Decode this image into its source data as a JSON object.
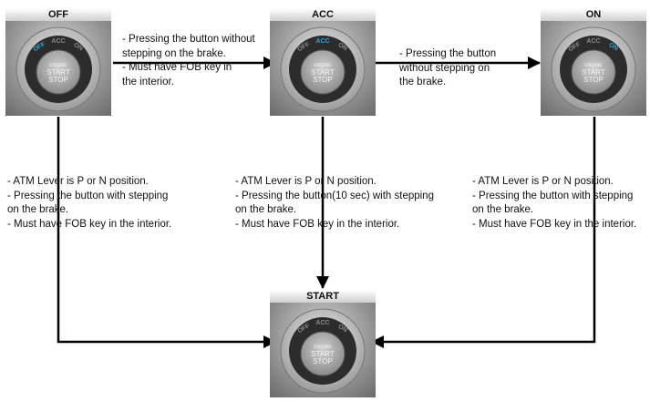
{
  "states": {
    "off": {
      "title": "OFF",
      "labels": [
        "OFF",
        "ACC",
        "ON"
      ],
      "active": "OFF"
    },
    "acc": {
      "title": "ACC",
      "labels": [
        "OFF",
        "ACC",
        "ON"
      ],
      "active": "ACC"
    },
    "on": {
      "title": "ON",
      "labels": [
        "OFF",
        "ACC",
        "ON"
      ],
      "active": "ON"
    },
    "start": {
      "title": "START",
      "labels": [
        "OFF",
        "ACC",
        "ON"
      ],
      "active": ""
    }
  },
  "button": {
    "line1": "ENGINE",
    "line2": "START",
    "line3": "STOP"
  },
  "transitions": {
    "off_to_acc": "- Pressing the button without\nstepping on the brake.\n- Must have FOB key in\nthe interior.",
    "acc_to_on": "- Pressing the button\nwithout stepping on\nthe brake.",
    "off_to_start": "- ATM Lever is P or N position.\n- Pressing the button with stepping\non the brake.\n- Must have FOB key in the interior.",
    "acc_to_start": "- ATM Lever is P or N position.\n- Pressing the button(10 sec) with stepping\non the brake.\n- Must have FOB key in the interior.",
    "on_to_start": "- ATM Lever is P or N position.\n- Pressing the button with stepping\non the brake.\n- Must have FOB key in the interior."
  },
  "colors": {
    "active_label": "#2aa7e0",
    "inactive_label": "#8a8a8a",
    "connector": "#000000"
  }
}
